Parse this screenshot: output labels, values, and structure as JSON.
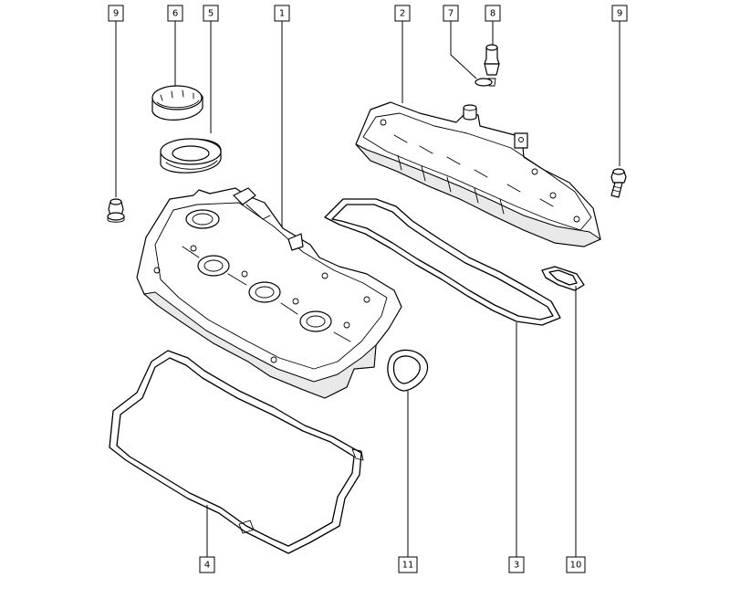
{
  "callouts": {
    "c9_left": "9",
    "c6": "6",
    "c5": "5",
    "c1": "1",
    "c2": "2",
    "c7": "7",
    "c8": "8",
    "c9_right": "9",
    "c4": "4",
    "c11": "11",
    "c3": "3",
    "c10": "10"
  }
}
